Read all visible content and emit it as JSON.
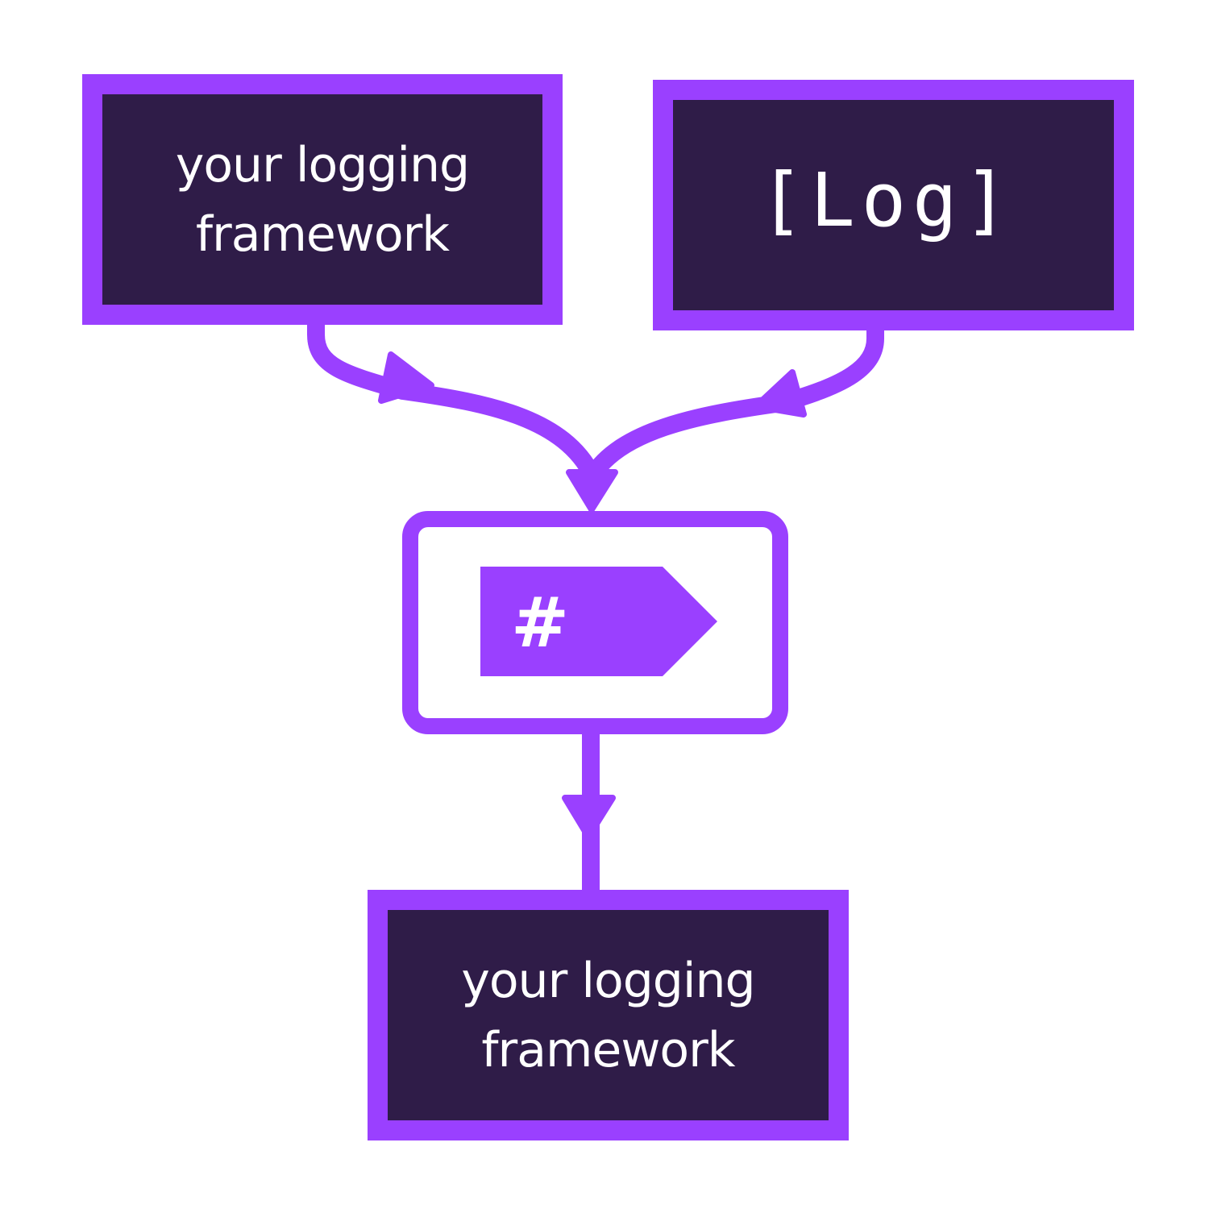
{
  "colors": {
    "accent": "#9a40ff",
    "box_fill": "#2f1c48",
    "text": "#ffffff",
    "background": "#ffffff"
  },
  "nodes": {
    "source_framework": {
      "line1": "your logging",
      "line2": "framework"
    },
    "source_log": {
      "label": "[Log]"
    },
    "middle_tag": {
      "icon": "tag-icon",
      "label": "#"
    },
    "target_framework": {
      "line1": "your logging",
      "line2": "framework"
    }
  },
  "edges": [
    {
      "from": "source_framework",
      "to": "middle_tag"
    },
    {
      "from": "source_log",
      "to": "middle_tag"
    },
    {
      "from": "middle_tag",
      "to": "target_framework"
    }
  ]
}
